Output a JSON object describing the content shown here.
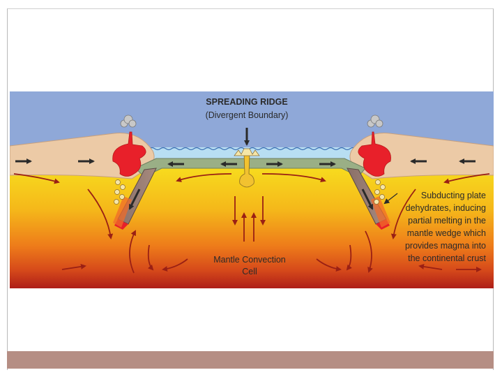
{
  "diagram": {
    "ridge_title": "SPREADING RIDGE",
    "ridge_subtitle": "(Divergent Boundary)",
    "mantle_label_line1": "Mantle Convection",
    "mantle_label_line2": "Cell",
    "subduction_note": [
      "Subducting plate",
      "dehydrates, inducing",
      "partial melting in the",
      "mantle wedge which",
      "provides magma into",
      "the continental crust"
    ]
  },
  "colors": {
    "ocean": "#8fa8d8",
    "water": "#b8def2",
    "continent": "#eccaa6",
    "oceanic_plate": "#9aaf86",
    "magma": "#e8202a",
    "mantle_top": "#f5d21c",
    "mantle_bottom": "#b42218",
    "footer": "#b58e84"
  }
}
